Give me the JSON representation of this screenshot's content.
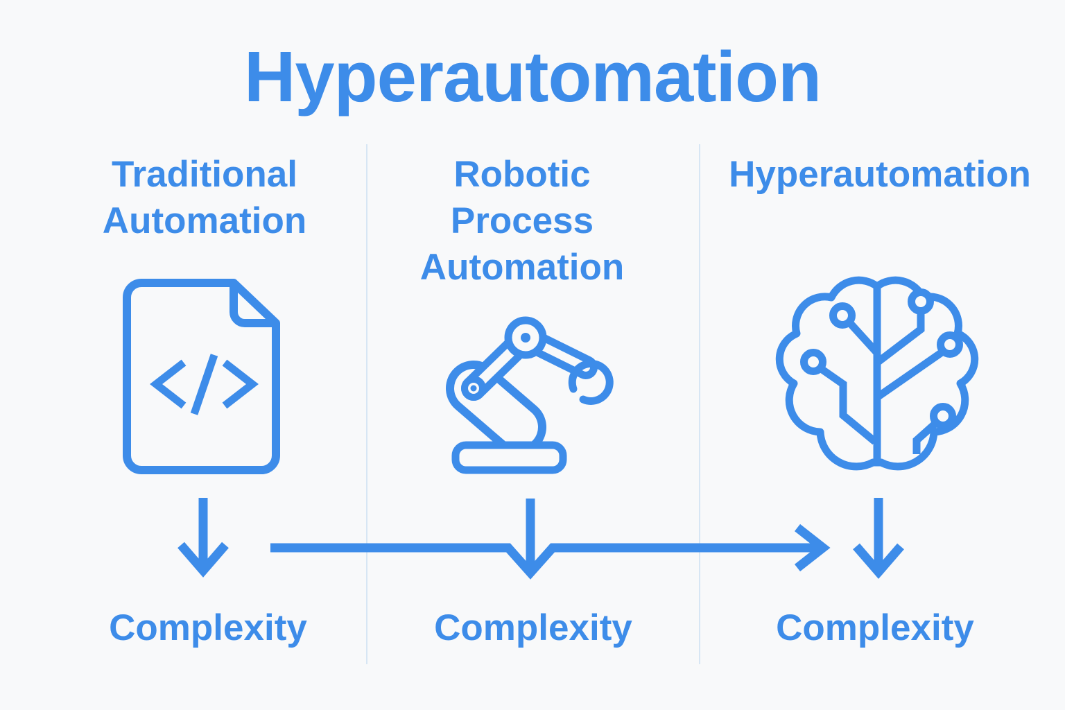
{
  "title": "Hyperautomation",
  "colors": {
    "accent": "#3d8ce9",
    "divider": "#d7e6f4",
    "background": "#f8f9fa"
  },
  "columns": [
    {
      "heading_lines": [
        "Traditional",
        "Automation"
      ],
      "icon": "code-document-icon",
      "complexity_label": "Complexity"
    },
    {
      "heading_lines": [
        "Robotic",
        "Process",
        "Automation"
      ],
      "icon": "robot-arm-icon",
      "complexity_label": "Complexity"
    },
    {
      "heading_lines": [
        "Hyperautomation"
      ],
      "icon": "ai-brain-icon",
      "complexity_label": "Complexity"
    }
  ]
}
